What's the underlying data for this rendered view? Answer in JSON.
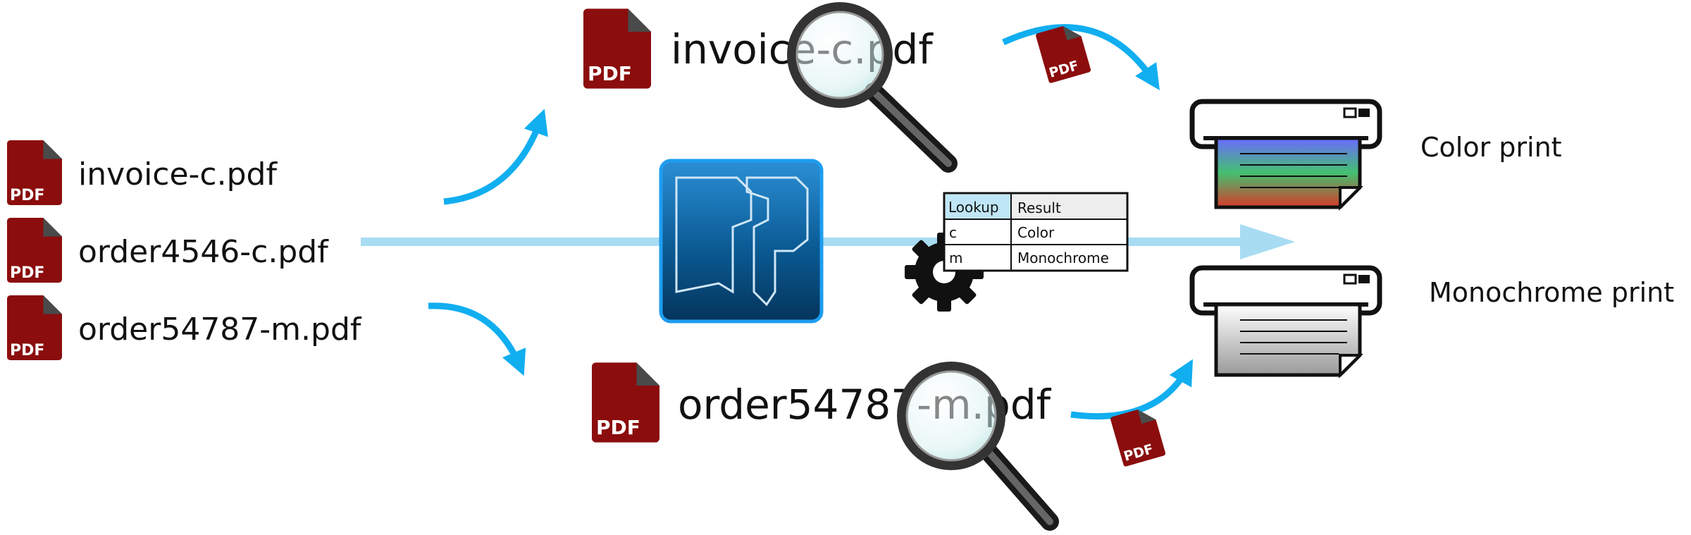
{
  "inputs": {
    "files": [
      {
        "name": "invoice-c.pdf"
      },
      {
        "name": "order4546-c.pdf"
      },
      {
        "name": "order54787-m.pdf"
      }
    ]
  },
  "icons": {
    "pdf_badge": "PDF",
    "pdf_icon": "pdf-file-icon",
    "magnifier": "magnifier-icon",
    "gear": "gear-icon",
    "printer": "printer-icon",
    "logo": "fp-logo"
  },
  "inspected": {
    "top": "invoice-c.pdf",
    "bottom": "order54787-m.pdf"
  },
  "lookup_table": {
    "headers": [
      "Lookup",
      "Result"
    ],
    "rows": [
      [
        "c",
        "Color"
      ],
      [
        "m",
        "Monochrome"
      ]
    ]
  },
  "outputs": {
    "color": "Color print",
    "mono": "Monochrome print"
  },
  "colors": {
    "pdf_red": "#8b0d0d",
    "arrow_blue": "#11aef0",
    "flow_blue": "#a8dcf3",
    "logo_blue": "#0a5a93"
  }
}
